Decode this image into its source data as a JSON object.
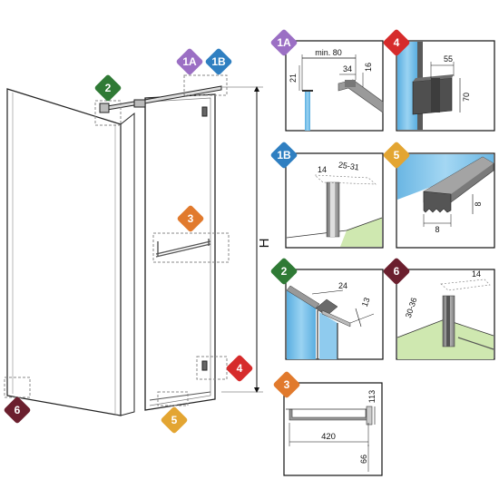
{
  "colors": {
    "badge_1a": "#9b6fc4",
    "badge_1b": "#2f7fc1",
    "badge_2": "#2f7a35",
    "badge_3": "#e17a2d",
    "badge_4": "#d62b2b",
    "badge_5": "#e3a532",
    "badge_6": "#6b1f2e",
    "glass_blue": "#7fc3ea",
    "floor_green": "#cfe8b0",
    "profile_gray": "#8e8e8e",
    "hinge_dark": "#5f5f5f",
    "frame_border": "#111111"
  },
  "main": {
    "badge_1a": "1A",
    "badge_1b": "1B",
    "badge_2": "2",
    "badge_3": "3",
    "badge_4": "4",
    "badge_5": "5",
    "badge_6": "6",
    "height_label": "H"
  },
  "details": {
    "d1a": {
      "badge": "1A",
      "min_label": "min. 80",
      "dim_21": "21",
      "dim_34": "34",
      "dim_16": "16"
    },
    "d4": {
      "badge": "4",
      "dim_55": "55",
      "dim_70": "70"
    },
    "d1b": {
      "badge": "1B",
      "dim_14": "14",
      "dim_range": "25-31"
    },
    "d5": {
      "badge": "5",
      "dim_8_vertical": "8",
      "dim_8_horizontal": "8"
    },
    "d2": {
      "badge": "2",
      "dim_24": "24",
      "dim_13": "13"
    },
    "d6": {
      "badge": "6",
      "dim_14": "14",
      "dim_range": "30-36"
    },
    "d3": {
      "badge": "3",
      "dim_113": "113",
      "dim_420": "420",
      "dim_66": "66"
    }
  }
}
